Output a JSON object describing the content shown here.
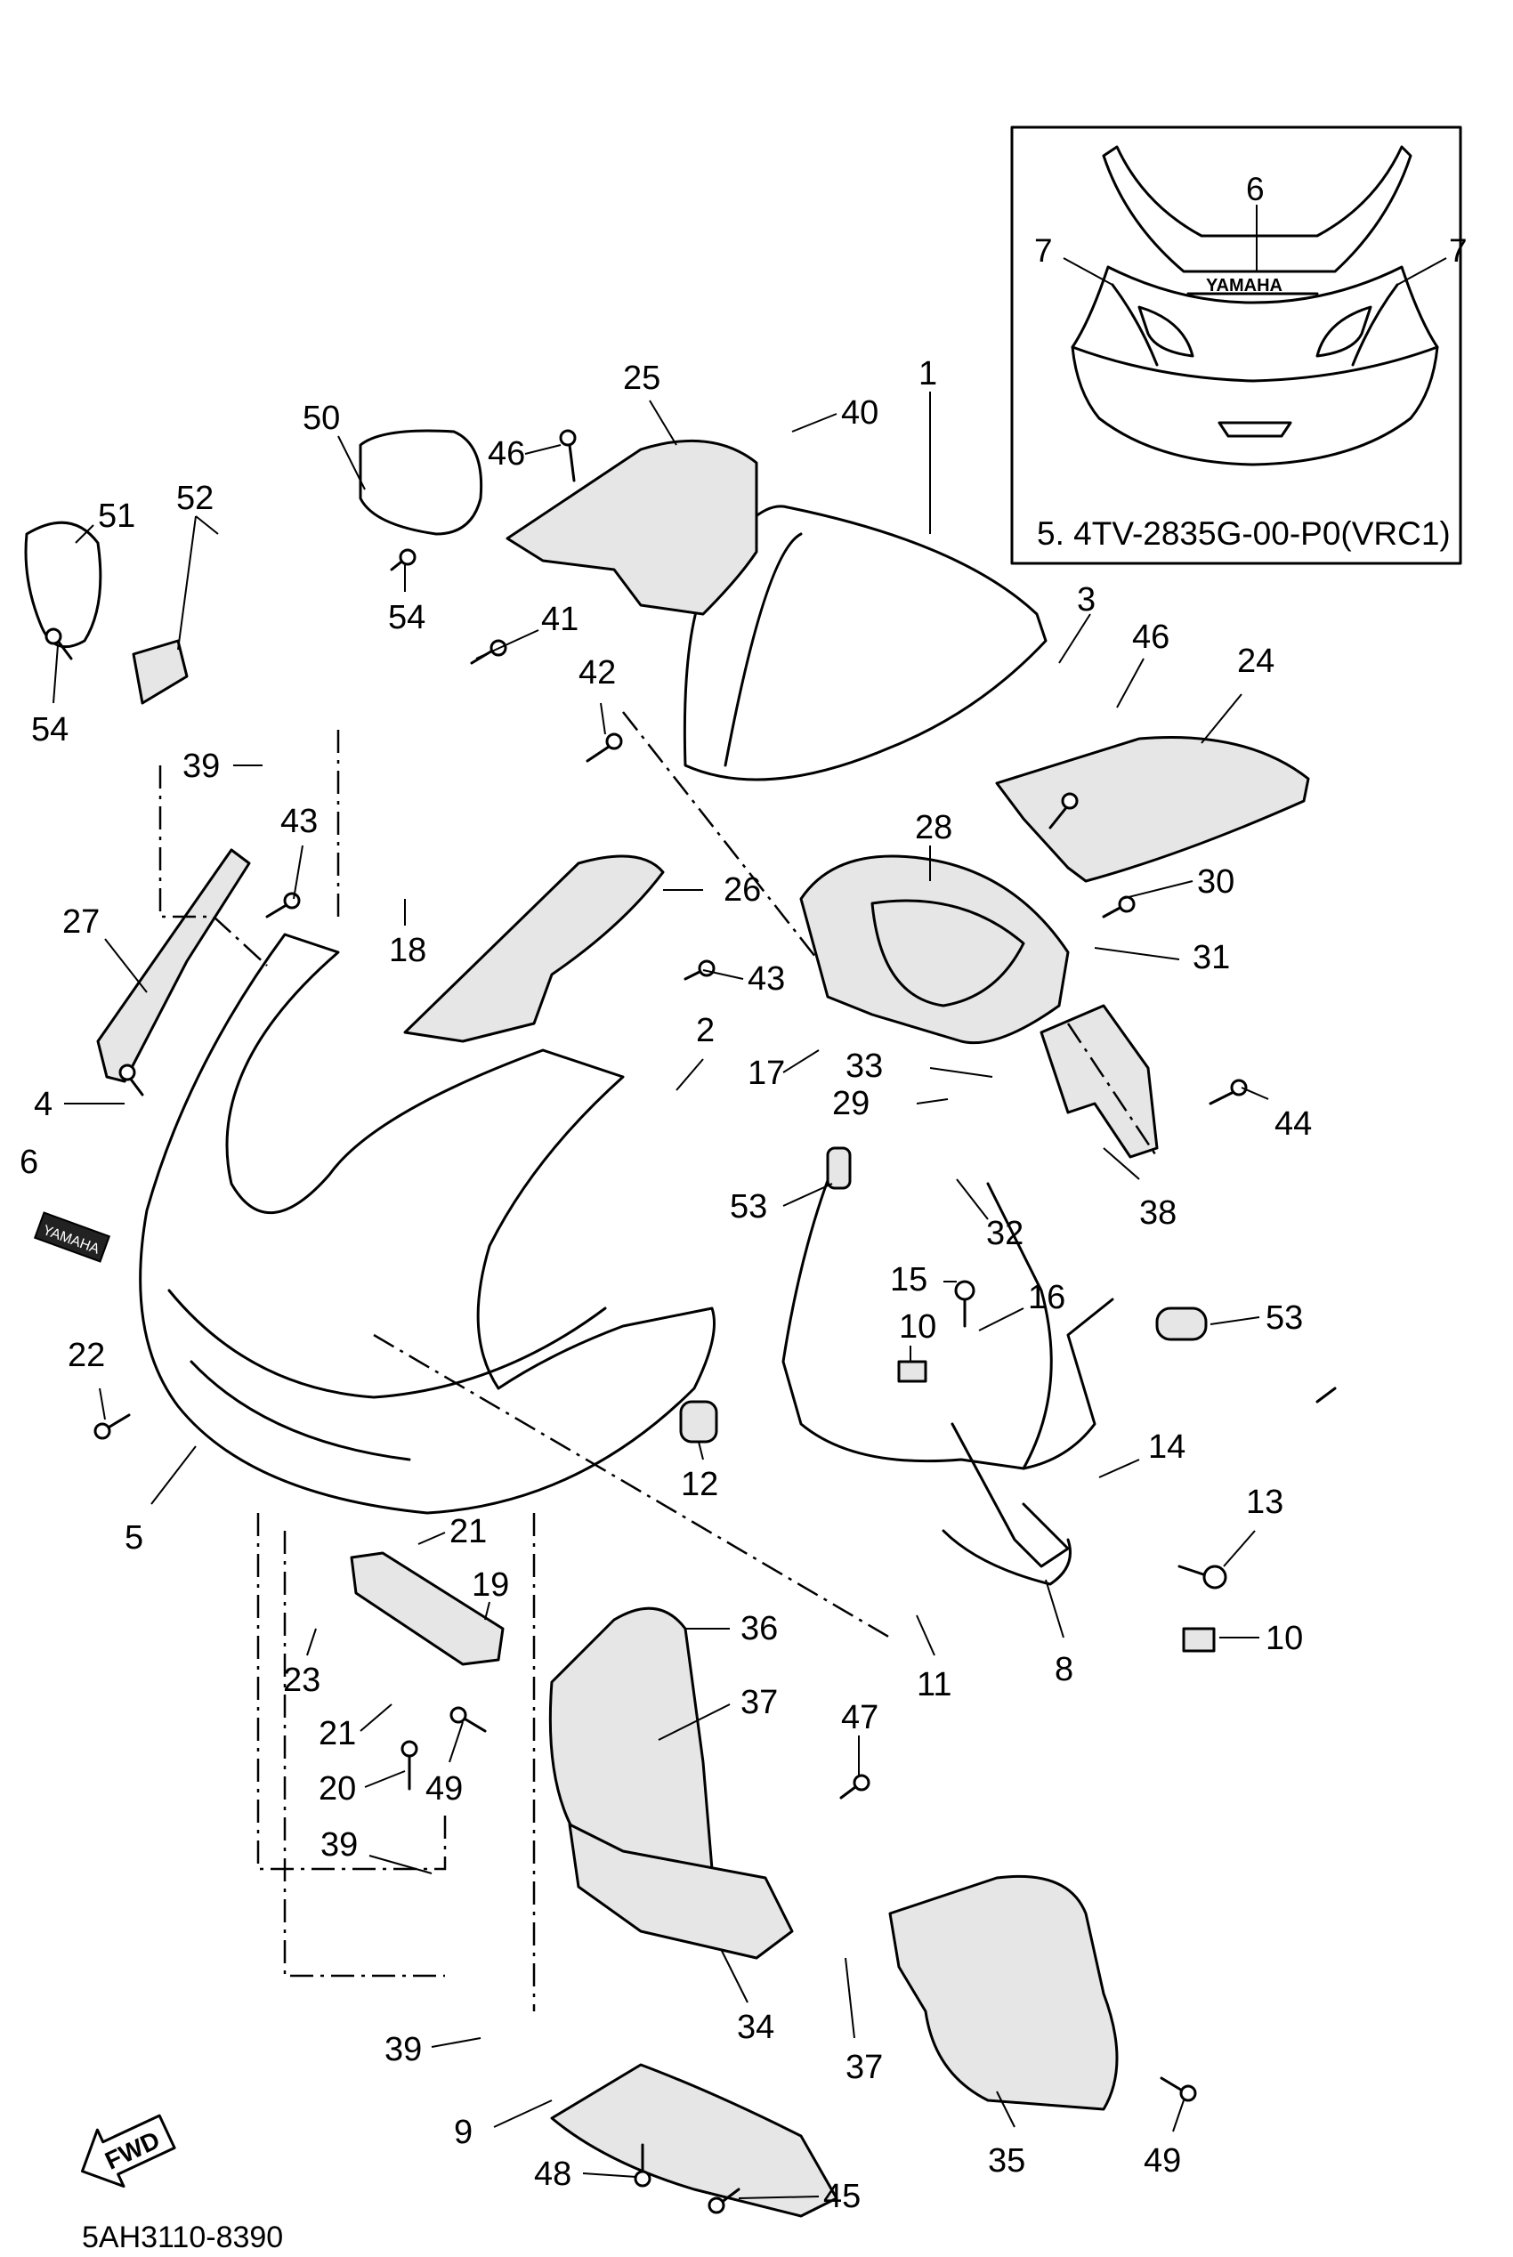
{
  "drawing_number": "5AH3110-8390",
  "inset": {
    "caption": "5. 4TV-2835G-00-P0(VRC1)",
    "emblem_text": "YAMAHA",
    "callouts": [
      "6",
      "7",
      "7"
    ]
  },
  "emblem_text": "YAMAHA",
  "direction_arrow": "FWD",
  "part_callouts": [
    "1",
    "2",
    "3",
    "4",
    "5",
    "6",
    "8",
    "9",
    "10",
    "10",
    "11",
    "12",
    "13",
    "14",
    "15",
    "16",
    "17",
    "18",
    "19",
    "20",
    "21",
    "21",
    "22",
    "23",
    "24",
    "25",
    "26",
    "27",
    "28",
    "29",
    "30",
    "31",
    "32",
    "33",
    "34",
    "35",
    "36",
    "37",
    "37",
    "38",
    "39",
    "39",
    "39",
    "40",
    "41",
    "42",
    "43",
    "43",
    "44",
    "45",
    "46",
    "46",
    "47",
    "48",
    "49",
    "49",
    "50",
    "51",
    "52",
    "53",
    "53",
    "54",
    "54"
  ]
}
